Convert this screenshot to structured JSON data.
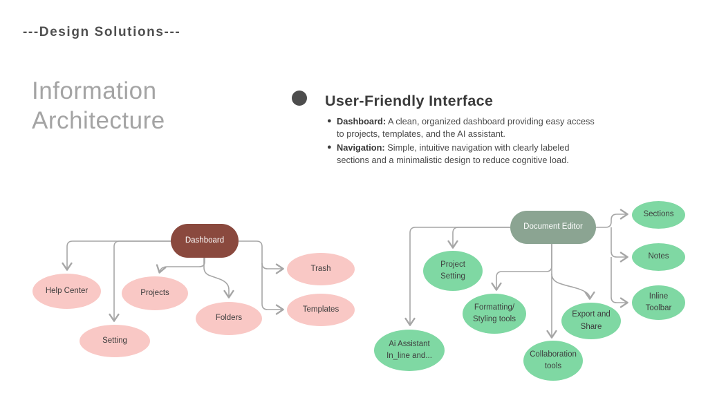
{
  "header": {
    "title": "---Design Solutions---"
  },
  "page_title": "Information Architecture",
  "section": {
    "heading": "User-Friendly Interface",
    "bullets": [
      {
        "label": "Dashboard:",
        "text": "A clean, organized dashboard providing easy access to projects, templates, and the AI assistant."
      },
      {
        "label": "Navigation:",
        "text": "Simple, intuitive navigation with clearly labeled sections and a minimalistic design to reduce cognitive load."
      }
    ]
  },
  "colors": {
    "pink_node": "#F9C8C5",
    "pink_root": "#8A493E",
    "green_node": "#7FD8A3",
    "green_root": "#8BA492",
    "connector": "#A6A6A6",
    "title_gray": "#A4A4A4",
    "text_dark": "#3B3B3B"
  },
  "diagram": {
    "dashboard": {
      "root": {
        "label": "Dashboard"
      },
      "children": [
        {
          "label": "Help Center"
        },
        {
          "label": "Projects"
        },
        {
          "label": "Folders"
        },
        {
          "label": "Setting"
        },
        {
          "label": "Trash"
        },
        {
          "label": "Templates"
        }
      ]
    },
    "editor": {
      "root": {
        "label": "Document Editor"
      },
      "children": [
        {
          "label": "Project\nSetting"
        },
        {
          "label": "Formatting/\nStyling tools"
        },
        {
          "label": "Ai Assistant\nIn_line and..."
        },
        {
          "label": "Collaboration\ntools"
        },
        {
          "label": "Export and\nShare"
        },
        {
          "label": "Sections"
        },
        {
          "label": "Notes"
        },
        {
          "label": "Inline\nToolbar"
        }
      ]
    }
  }
}
